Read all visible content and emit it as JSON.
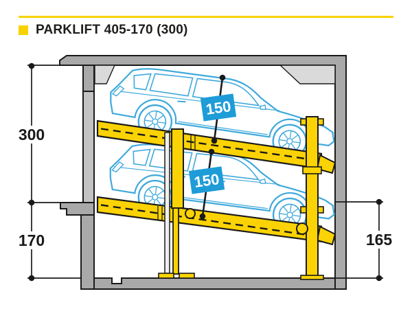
{
  "title": {
    "text": "PARKLIFT 405-170 (300)"
  },
  "diagram": {
    "labels": {
      "ceiling_height": "300",
      "pit_depth_side": "170",
      "pit_depth_entry": "165",
      "upper_car_height": "150",
      "lower_car_height": "150"
    },
    "colors": {
      "accent_yellow": "#F8D200",
      "platform_yellow": "#FBD304",
      "label_blue": "#1E9CD7",
      "car_blue": "#3FA9DC",
      "wall_dark": "#A9A9A9",
      "wall_medium": "#C3C3C3",
      "soffit_light": "#DADADA",
      "outline": "#1A1A1A"
    }
  }
}
